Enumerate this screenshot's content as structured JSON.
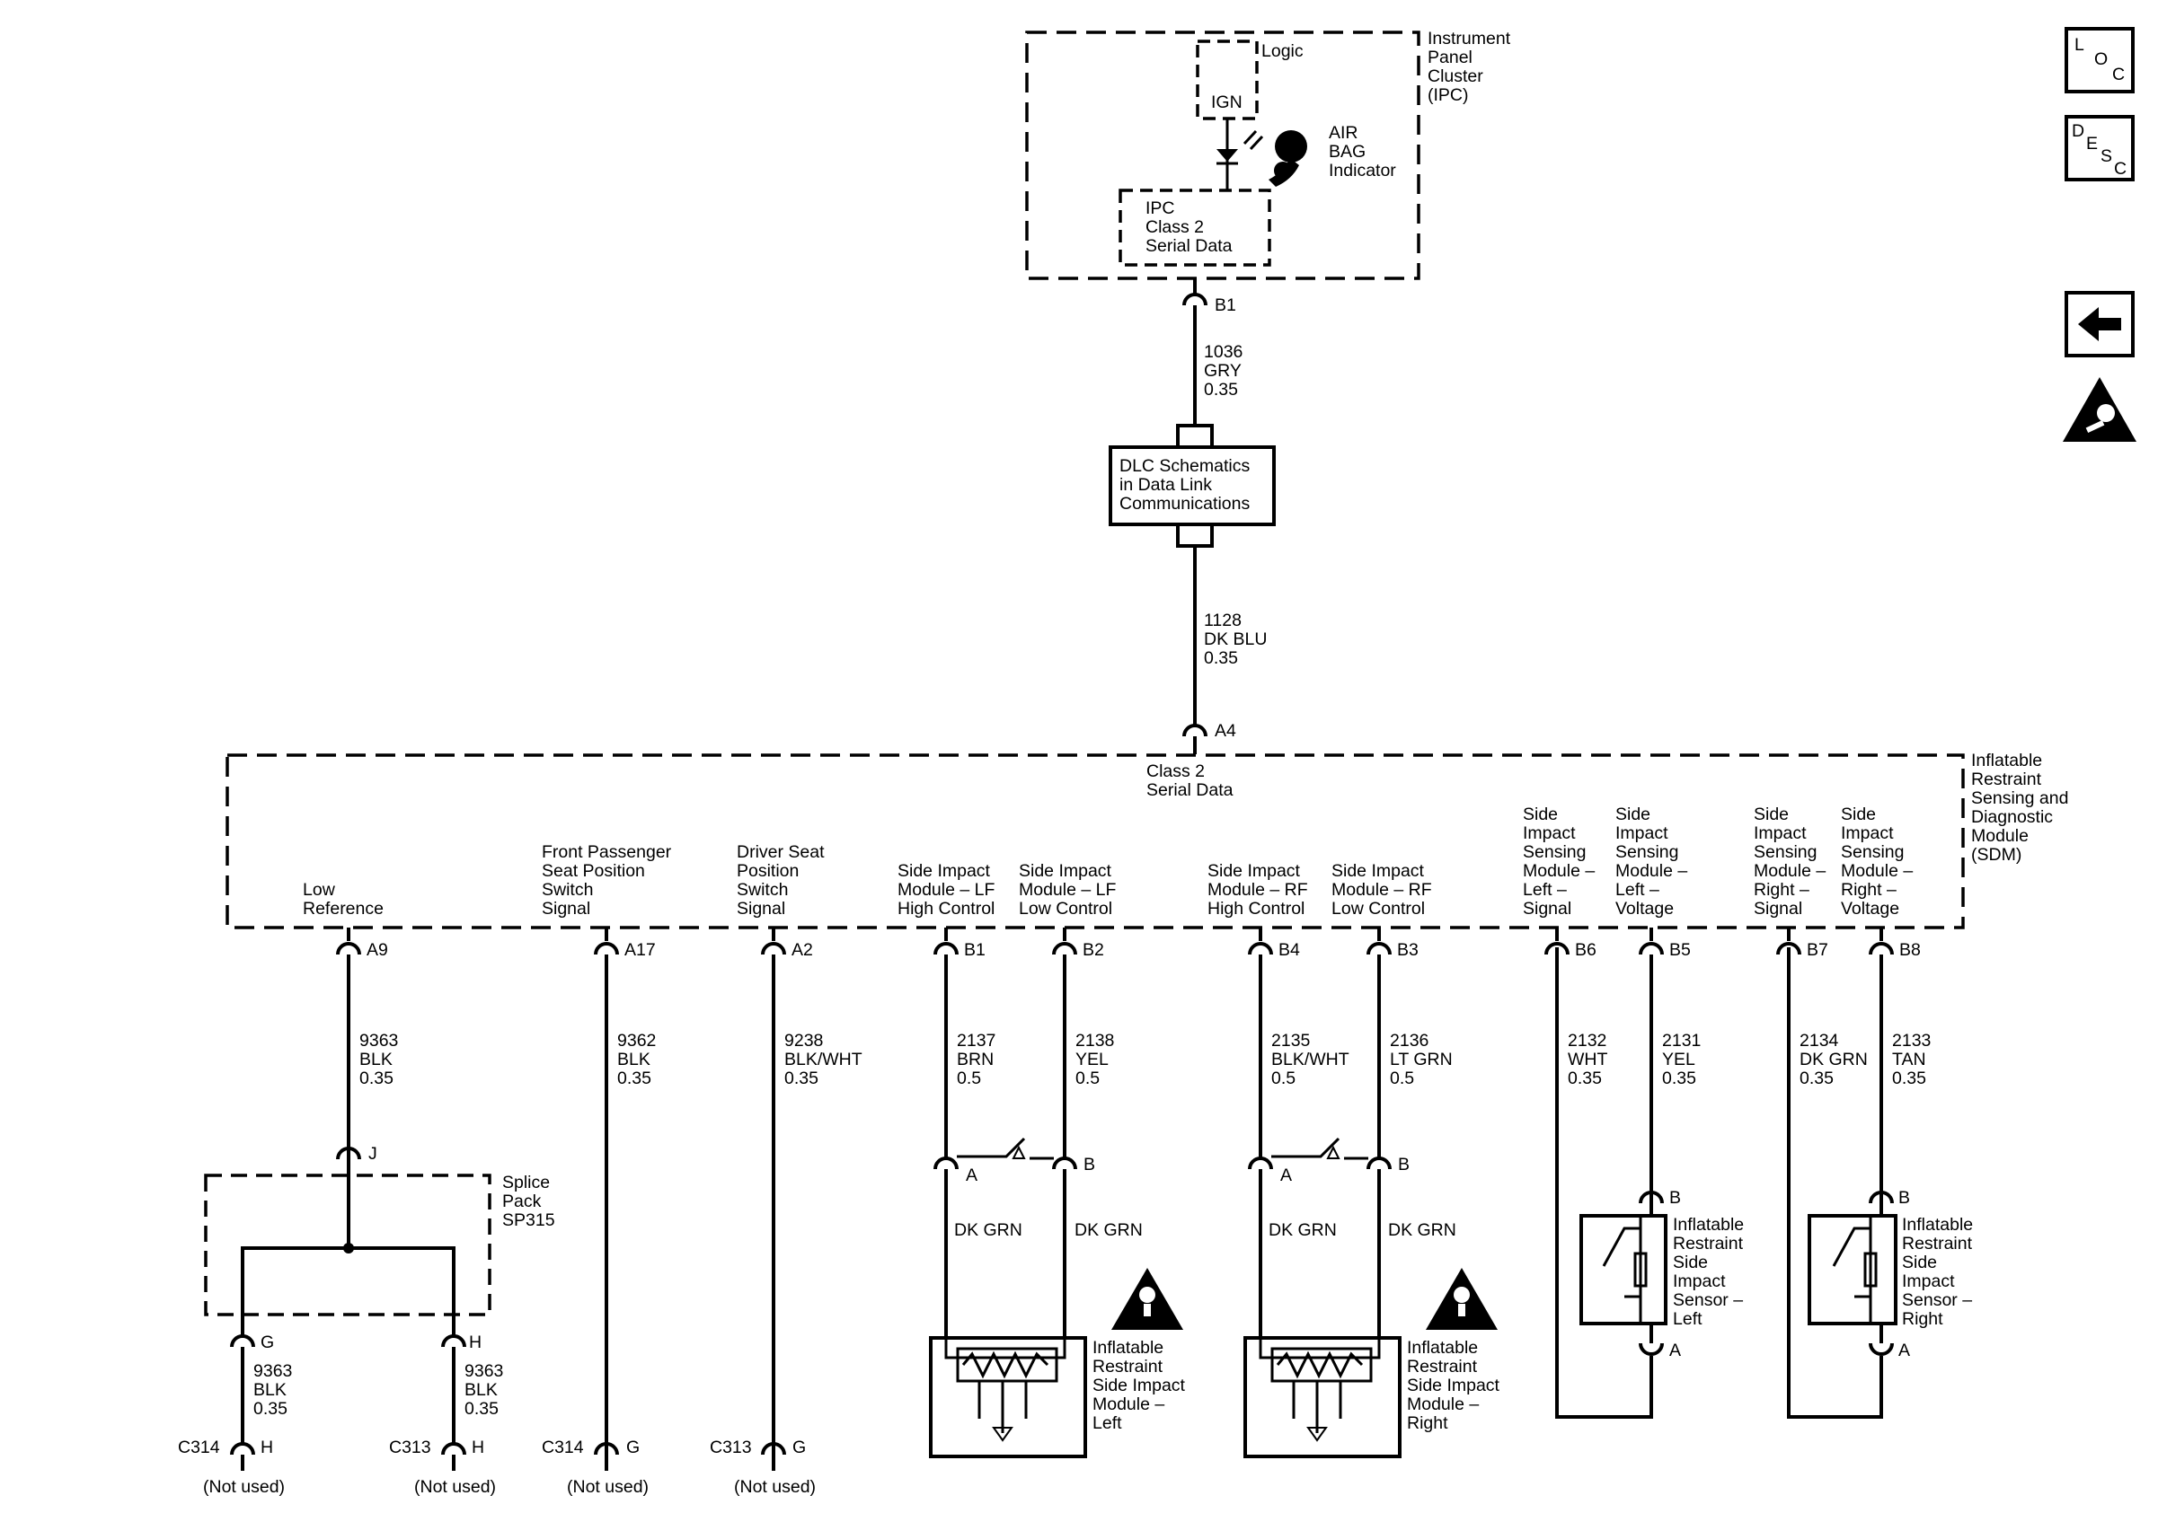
{
  "nav": {
    "loc": {
      "l1": "L",
      "l2": "O",
      "l3": "C"
    },
    "desc": {
      "l1": "D",
      "l2": "E",
      "l3": "S",
      "l4": "C"
    }
  },
  "ipc": {
    "name": [
      "Instrument",
      "Panel",
      "Cluster",
      "(IPC)"
    ],
    "logic": "Logic",
    "ign": "IGN",
    "airbag": [
      "AIR",
      "BAG",
      "Indicator"
    ],
    "serial": [
      "IPC",
      "Class 2",
      "Serial Data"
    ],
    "pin": "B1"
  },
  "wire_ipc_dlc": [
    "1036",
    "GRY",
    "0.35"
  ],
  "dlc": [
    "DLC Schematics",
    "in Data Link",
    "Communications"
  ],
  "wire_dlc_sdm": [
    "1128",
    "DK BLU",
    "0.35"
  ],
  "sdm": {
    "pin": "A4",
    "class2": [
      "Class 2",
      "Serial Data"
    ],
    "name": [
      "Inflatable",
      "Restraint",
      "Sensing and",
      "Diagnostic",
      "Module",
      "(SDM)"
    ],
    "circuits": [
      {
        "label": [
          "Low",
          "Reference"
        ],
        "pin": "A9",
        "wire": [
          "9363",
          "BLK",
          "0.35"
        ]
      },
      {
        "label": [
          "Front Passenger",
          "Seat Position",
          "Switch",
          "Signal"
        ],
        "pin": "A17",
        "wire": [
          "9362",
          "BLK",
          "0.35"
        ]
      },
      {
        "label": [
          "Driver Seat",
          "Position",
          "Switch",
          "Signal"
        ],
        "pin": "A2",
        "wire": [
          "9238",
          "BLK/WHT",
          "0.35"
        ]
      },
      {
        "label": [
          "Side Impact",
          "Module – LF",
          "High Control"
        ],
        "pin": "B1",
        "wire": [
          "2137",
          "BRN",
          "0.5"
        ]
      },
      {
        "label": [
          "Side Impact",
          "Module – LF",
          "Low Control"
        ],
        "pin": "B2",
        "wire": [
          "2138",
          "YEL",
          "0.5"
        ]
      },
      {
        "label": [
          "Side Impact",
          "Module – RF",
          "High Control"
        ],
        "pin": "B4",
        "wire": [
          "2135",
          "BLK/WHT",
          "0.5"
        ]
      },
      {
        "label": [
          "Side Impact",
          "Module – RF",
          "Low Control"
        ],
        "pin": "B3",
        "wire": [
          "2136",
          "LT GRN",
          "0.5"
        ]
      },
      {
        "label": [
          "Side",
          "Impact",
          "Sensing",
          "Module –",
          "Left –",
          "Signal"
        ],
        "pin": "B6",
        "wire": [
          "2132",
          "WHT",
          "0.35"
        ]
      },
      {
        "label": [
          "Side",
          "Impact",
          "Sensing",
          "Module –",
          "Left –",
          "Voltage"
        ],
        "pin": "B5",
        "wire": [
          "2131",
          "YEL",
          "0.35"
        ]
      },
      {
        "label": [
          "Side",
          "Impact",
          "Sensing",
          "Module –",
          "Right –",
          "Signal"
        ],
        "pin": "B7",
        "wire": [
          "2134",
          "DK GRN",
          "0.35"
        ]
      },
      {
        "label": [
          "Side",
          "Impact",
          "Sensing",
          "Module –",
          "Right –",
          "Voltage"
        ],
        "pin": "B8",
        "wire": [
          "2133",
          "TAN",
          "0.35"
        ]
      }
    ]
  },
  "splice": {
    "name": [
      "Splice",
      "Pack",
      "SP315"
    ],
    "pin_in": "J",
    "out_g": {
      "pin": "G",
      "wire": [
        "9363",
        "BLK",
        "0.35"
      ],
      "conn": "C314",
      "conn_pin": "H",
      "note": "(Not used)"
    },
    "out_h": {
      "pin": "H",
      "wire": [
        "9363",
        "BLK",
        "0.35"
      ],
      "conn": "C313",
      "conn_pin": "H",
      "note": "(Not used)"
    }
  },
  "ends": {
    "a17": {
      "conn": "C314",
      "pin": "G",
      "note": "(Not used)"
    },
    "a2": {
      "conn": "C313",
      "pin": "G",
      "note": "(Not used)"
    }
  },
  "lf_module": {
    "pin_a": "A",
    "pin_b": "B",
    "wire_a": "DK GRN",
    "wire_b": "DK GRN",
    "name": [
      "Inflatable",
      "Restraint",
      "Side Impact",
      "Module –",
      "Left"
    ]
  },
  "rf_module": {
    "pin_a": "A",
    "pin_b": "B",
    "wire_a": "DK GRN",
    "wire_b": "DK GRN",
    "name": [
      "Inflatable",
      "Restraint",
      "Side Impact",
      "Module –",
      "Right"
    ]
  },
  "sensor_left": {
    "pin_b": "B",
    "pin_a": "A",
    "name": [
      "Inflatable",
      "Restraint",
      "Side",
      "Impact",
      "Sensor –",
      "Left"
    ]
  },
  "sensor_right": {
    "pin_b": "B",
    "pin_a": "A",
    "name": [
      "Inflatable",
      "Restraint",
      "Side",
      "Impact",
      "Sensor –",
      "Right"
    ]
  }
}
